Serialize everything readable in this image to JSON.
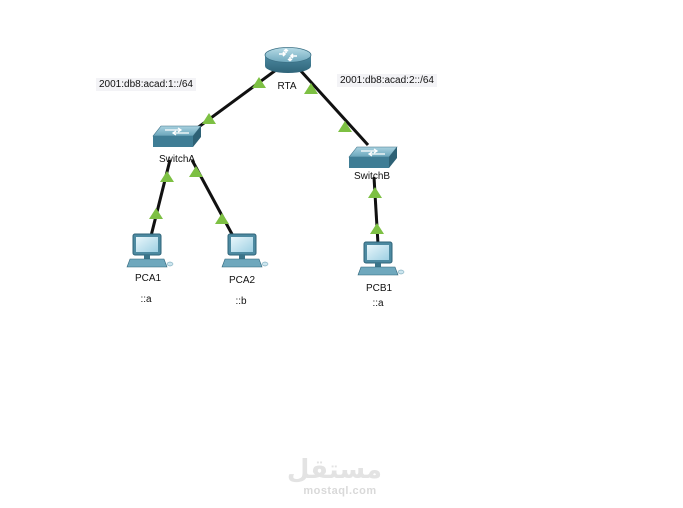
{
  "networks": {
    "left": "2001:db8:acad:1::/64",
    "right": "2001:db8:acad:2::/64"
  },
  "devices": {
    "router": {
      "name": "RTA"
    },
    "switch_a": {
      "name": "SwitchA"
    },
    "switch_b": {
      "name": "SwitchB"
    },
    "pca1": {
      "name": "PCA1",
      "addr": "::a"
    },
    "pca2": {
      "name": "PCA2",
      "addr": "::b"
    },
    "pcb1": {
      "name": "PCB1",
      "addr": "::a"
    }
  },
  "link_status_color": "#7dc043",
  "watermark": {
    "arabic": "مستقل",
    "latin": "mostaql.com"
  }
}
